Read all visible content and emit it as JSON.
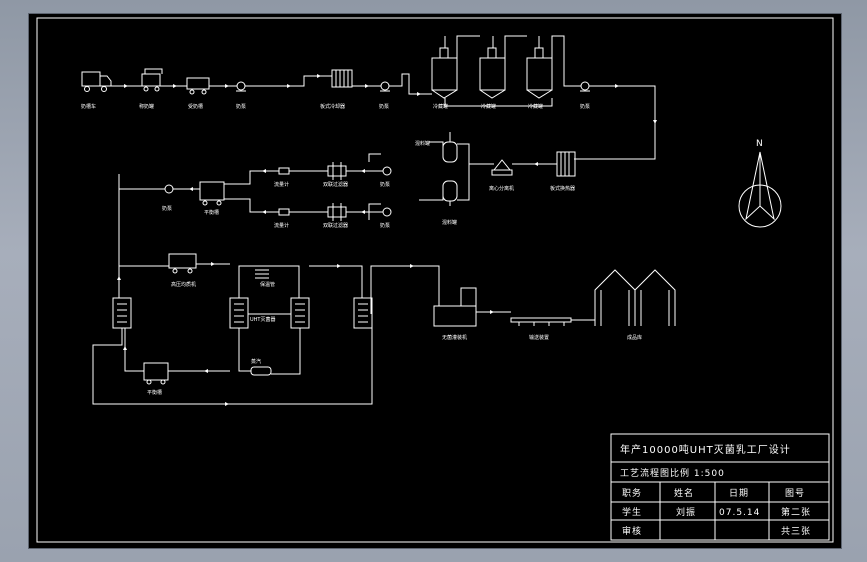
{
  "flow_labels": {
    "tank_truck": "奶槽车",
    "weigh_tank": "称奶罐",
    "receive_tank": "受奶槽",
    "pump1": "奶泵",
    "plate_cooler": "板式冷却器",
    "pump2": "奶泵",
    "cold_store_a": "冷藏罐",
    "cold_store_b": "冷藏罐",
    "cold_store_c": "冷藏罐",
    "pump3": "奶泵",
    "plate_heater": "板式换热器",
    "separator": "离心分离机",
    "mix_tank_top": "混料罐",
    "mix_tank_bot": "混料罐",
    "filter_top": "双联过滤器",
    "filter_bot": "双联过滤器",
    "flowmeter_top": "流量计",
    "flowmeter_bot": "流量计",
    "pump_top": "奶泵",
    "pump_bot": "奶泵",
    "balance_tank": "平衡槽",
    "pump_left": "奶泵",
    "homogenizer": "高压均质机",
    "holding_tube": "保温管",
    "uht_plate": "UHT灭菌器",
    "steam_injector": "蒸汽",
    "balance_tank_2": "平衡槽",
    "aseptic_filler": "无菌灌装机",
    "conveyor": "输送装置",
    "warehouse": "成品库"
  },
  "north_arrow": {
    "label": "N"
  },
  "title_block": {
    "title": "年产10000吨UHT灭菌乳工厂设计",
    "subtitle": "工艺流程图比例 1:500",
    "col_duty": "职务",
    "col_name": "姓名",
    "col_date": "日期",
    "col_drawing_no": "图号",
    "role_student": "学生",
    "student_name": "刘振",
    "date_value": "07.5.14",
    "sheet_no": "第二张",
    "role_review": "审核",
    "total_sheets": "共三张"
  },
  "colors": {
    "background": "#000000",
    "lines": "#ffffff",
    "window": "#9aa2af"
  }
}
